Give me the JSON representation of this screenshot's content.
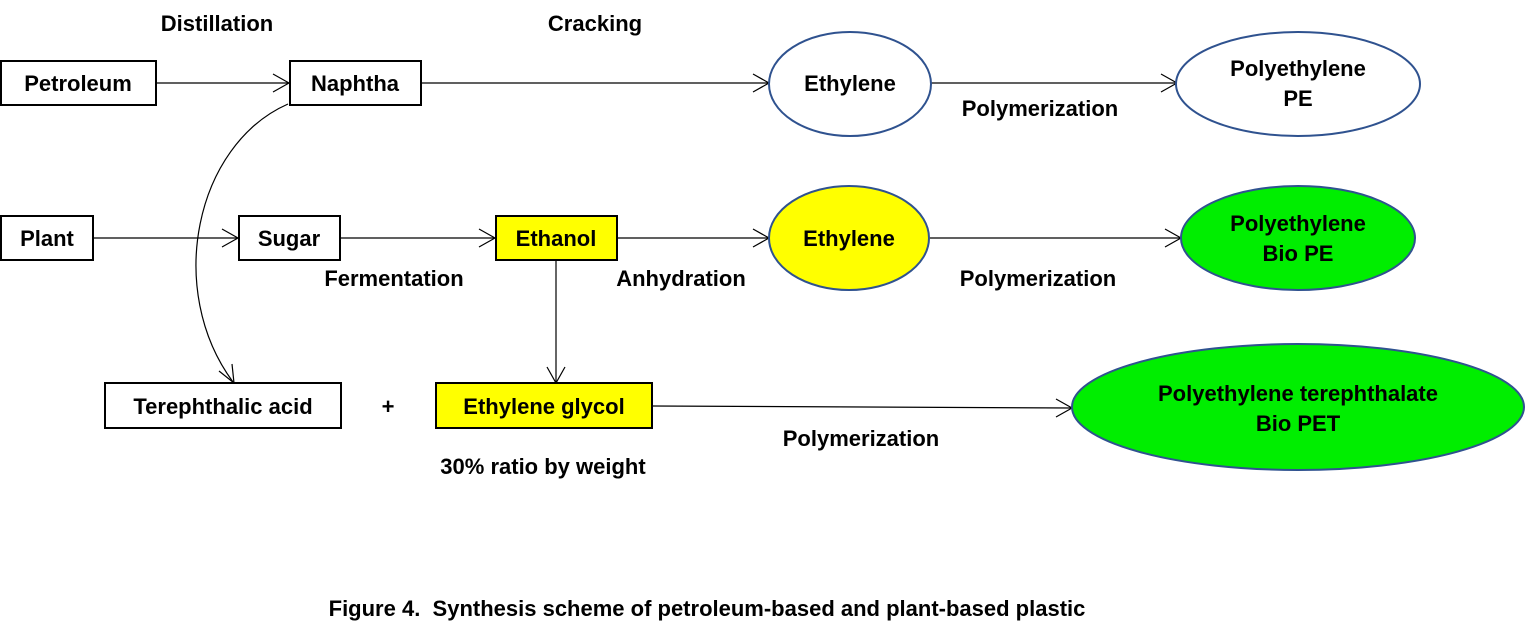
{
  "labels": {
    "distillation": "Distillation",
    "cracking": "Cracking",
    "polymerization_1": "Polymerization",
    "fermentation": "Fermentation",
    "anhydration": "Anhydration",
    "polymerization_2": "Polymerization",
    "polymerization_3": "Polymerization",
    "plus": "+",
    "ratio": "30% ratio by weight"
  },
  "nodes": {
    "petroleum": "Petroleum",
    "naphtha": "Naphtha",
    "ethylene_petro": "Ethylene",
    "pe_line1": "Polyethylene",
    "pe_line2": "PE",
    "plant": "Plant",
    "sugar": "Sugar",
    "ethanol": "Ethanol",
    "ethylene_bio": "Ethylene",
    "biope_line1": "Polyethylene",
    "biope_line2": "Bio PE",
    "terephthalic": "Terephthalic acid",
    "ethylene_glycol": "Ethylene glycol",
    "biopet_line1": "Polyethylene terephthalate",
    "biopet_line2": "Bio PET"
  },
  "colors": {
    "yellow": "#ffff00",
    "green": "#00ee00",
    "ellipse_stroke": "#2f528f"
  },
  "caption": "Figure 4.  Synthesis scheme of petroleum-based and plant-based plastic"
}
